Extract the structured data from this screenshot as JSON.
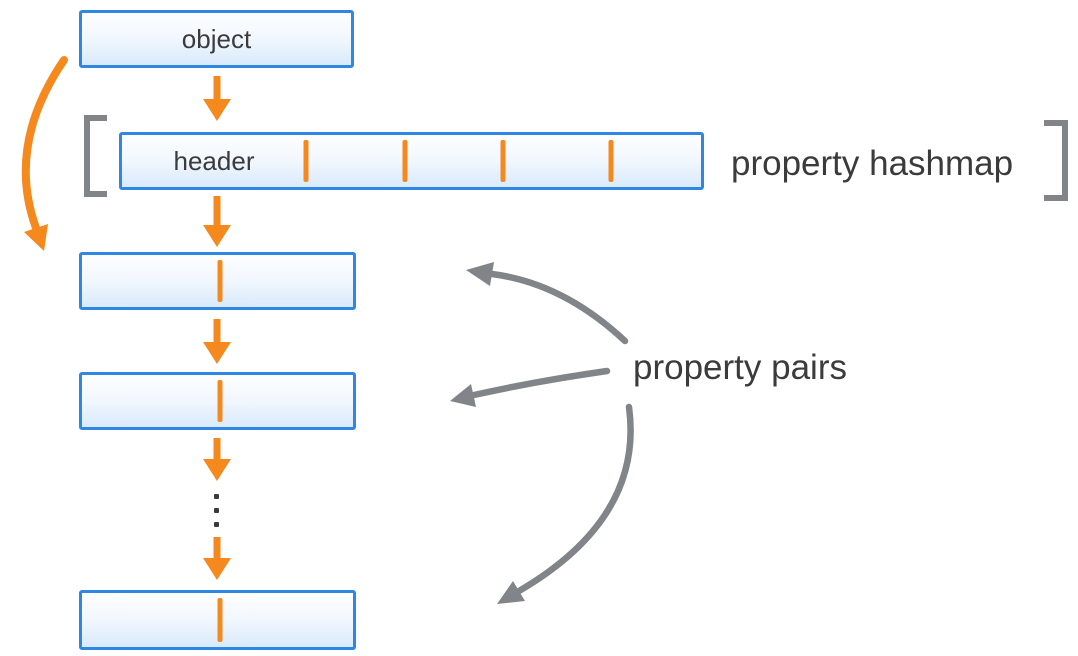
{
  "labels": {
    "object": "object",
    "header": "header",
    "property_hashmap": "property hashmap",
    "property_pairs": "property pairs"
  },
  "colors": {
    "accent_orange": "#F6891E",
    "box_border_blue": "#2F87E1",
    "box_fill_top": "#FDFEFF",
    "box_fill_bottom": "#D9EAFB",
    "annotation_gray": "#818589",
    "text_dark": "#3B3B3B",
    "background": "#FFFFFF"
  },
  "structure": {
    "hashmap_cells": 5,
    "hashmap_slot_dividers": 4,
    "property_pair_boxes_shown": 3,
    "cells_per_property_pair": 2,
    "ellipsis_dots": 3,
    "orange_flow_arrows": 6,
    "gray_annotation_arrows": 3,
    "brackets": [
      "left",
      "right"
    ]
  }
}
